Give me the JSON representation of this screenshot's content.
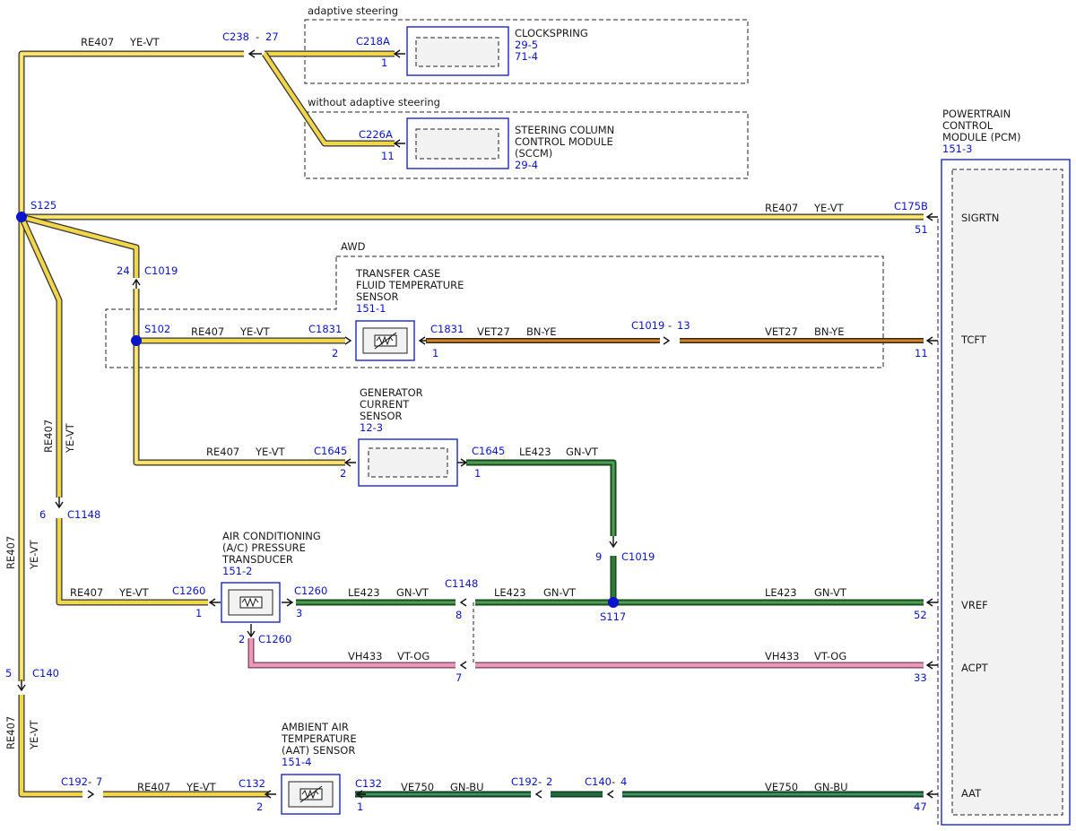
{
  "colors": {
    "re407_ye_vt": "#f2d64a",
    "le423_gn_vt": "#2f7a34",
    "ve750_gn_bu": "#1f6a3c",
    "vet27_bn_ye": "#a05a1a",
    "vh433_vt_og": "#e89ab8",
    "connector_blue": "#0a14c8",
    "module_fill": "#f2f2f2"
  },
  "groups": {
    "adaptive_steering": "adaptive steering",
    "without_adaptive_steering": "without adaptive steering",
    "awd": "AWD"
  },
  "components": {
    "clockspring": {
      "name": "CLOCKSPRING",
      "refs": [
        "29-5",
        "71-4"
      ],
      "connector": "C218A",
      "pin": "1"
    },
    "sccm": {
      "name_lines": [
        "STEERING COLUMN",
        "CONTROL MODULE",
        "(SCCM)"
      ],
      "ref": "29-4",
      "connector": "C226A",
      "pin": "11"
    },
    "pcm": {
      "name_lines": [
        "POWERTRAIN",
        "CONTROL",
        "MODULE (PCM)"
      ],
      "ref": "151-3",
      "pins": {
        "sigrtn": "SIGRTN",
        "tcft": "TCFT",
        "vref": "VREF",
        "acpt": "ACPT",
        "aat": "AAT"
      }
    },
    "tcft_sensor": {
      "name_lines": [
        "TRANSFER CASE",
        "FLUID TEMPERATURE",
        "SENSOR"
      ],
      "ref": "151-1"
    },
    "generator_sensor": {
      "name_lines": [
        "GENERATOR",
        "CURRENT",
        "SENSOR"
      ],
      "ref": "12-3"
    },
    "ac_transducer": {
      "name_lines": [
        "AIR CONDITIONING",
        "(A/C) PRESSURE",
        "TRANSDUCER"
      ],
      "ref": "151-2"
    },
    "aat_sensor": {
      "name_lines": [
        "AMBIENT AIR",
        "TEMPERATURE",
        "(AAT) SENSOR"
      ],
      "ref": "151-4"
    }
  },
  "splices": {
    "s125": "S125",
    "s102": "S102",
    "s117": "S117"
  },
  "connectors": {
    "c238": "C238",
    "c238_pin": "27",
    "dash": "-",
    "c175b": "C175B",
    "c175b_pin": "51",
    "c1019_a": "C1019",
    "c1019_a_pin": "24",
    "c1831_l": "C1831",
    "c1831_l_pin": "2",
    "c1831_r": "C1831",
    "c1831_r_pin": "1",
    "c1019_inline": "C1019",
    "c1019_inline_pin": "13",
    "pcm_tcft_pin": "11",
    "c1645_l": "C1645",
    "c1645_l_pin": "2",
    "c1645_r": "C1645",
    "c1645_r_pin": "1",
    "c1148_a": "C1148",
    "c1148_a_pin": "6",
    "c1019_b": "C1019",
    "c1019_b_pin": "9",
    "c1260_l": "C1260",
    "c1260_l_pin": "1",
    "c1260_r": "C1260",
    "c1260_r_pin": "3",
    "c1260_b": "C1260",
    "c1260_b_pin": "2",
    "c1148_b": "C1148",
    "c1148_b_pin": "8",
    "c1148_b_pin2": "7",
    "pcm_vref_pin": "52",
    "pcm_acpt_pin": "33",
    "c140": "C140",
    "c140_pin": "5",
    "c192_7": "C192",
    "c192_7_pin": "7",
    "c132_l": "C132",
    "c132_l_pin": "2",
    "c132_r": "C132",
    "c132_r_pin": "1",
    "c192_2": "C192",
    "c192_2_pin": "2",
    "c140_4": "C140",
    "c140_4_pin": "4",
    "pcm_aat_pin": "47"
  },
  "wires": {
    "re407": "RE407",
    "ye_vt": "YE-VT",
    "le423": "LE423",
    "gn_vt": "GN-VT",
    "vet27": "VET27",
    "bn_ye": "BN-YE",
    "vh433": "VH433",
    "vt_og": "VT-OG",
    "ve750": "VE750",
    "gn_bu": "GN-BU"
  }
}
